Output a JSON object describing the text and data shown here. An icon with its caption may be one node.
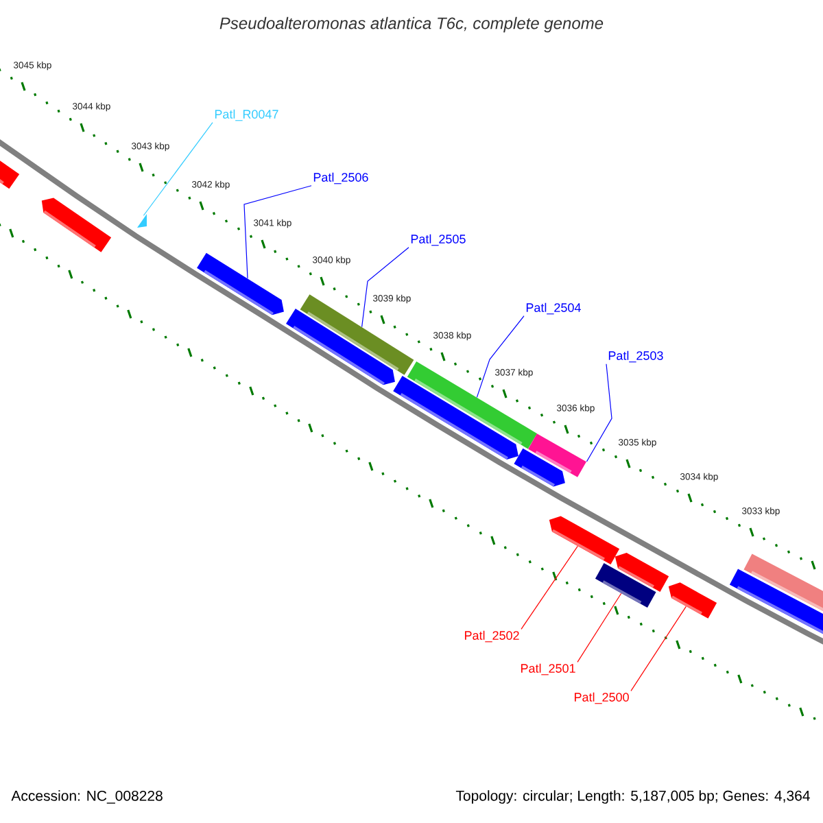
{
  "diagram": {
    "title": "Pseudoalteromonas atlantica T6c, complete genome",
    "nodes": [
      {
        "text": [
          "Patl_R0047"
        ]
      },
      {
        "text": [
          "Patl_2506"
        ]
      },
      {
        "text": [
          "Patl_2505"
        ]
      },
      {
        "text": [
          "Patl_2504"
        ]
      },
      {
        "text": [
          "Patl_2503"
        ]
      },
      {
        "text": [
          "Patl_2502"
        ]
      },
      {
        "text": [
          "Patl_2501"
        ]
      },
      {
        "text": [
          "Patl_2500"
        ]
      },
      {
        "text": [],
        "shape": "arrow"
      },
      {
        "text": [],
        "shape": "arrow"
      },
      {
        "text": [],
        "shape": "triangle"
      },
      {
        "text": [],
        "shape": "arrow"
      },
      {
        "text": [],
        "shape": "arrow"
      },
      {
        "text": [],
        "shape": "bar"
      },
      {
        "text": [],
        "shape": "arrow"
      },
      {
        "text": [],
        "shape": "bar"
      },
      {
        "text": [],
        "shape": "arrow"
      },
      {
        "text": [],
        "shape": "bar"
      },
      {
        "text": [],
        "shape": "arrow"
      },
      {
        "text": [],
        "shape": "bar"
      },
      {
        "text": [],
        "shape": "arrow"
      },
      {
        "text": [],
        "shape": "arrow"
      },
      {
        "text": [],
        "shape": "arrow"
      },
      {
        "text": [],
        "shape": "bar"
      }
    ],
    "edges": [
      {
        "from": 0,
        "to": 10,
        "arrow": "none",
        "color": "#33ccff"
      },
      {
        "from": 1,
        "to": 11,
        "arrow": "none"
      },
      {
        "from": 2,
        "to": 13,
        "arrow": "none"
      },
      {
        "from": 3,
        "to": 15,
        "arrow": "none"
      },
      {
        "from": 4,
        "to": 17,
        "arrow": "none"
      },
      {
        "from": 5,
        "to": 18,
        "arrow": "none",
        "color": "#ff0000"
      },
      {
        "from": 6,
        "to": 19,
        "arrow": "none",
        "color": "#ff0000"
      },
      {
        "from": 7,
        "to": 21,
        "arrow": "none",
        "color": "#ff0000"
      }
    ],
    "labels": [
      "3045 kbp",
      "3044 kbp",
      "3043 kbp",
      "3042 kbp",
      "3041 kbp",
      "3040 kbp",
      "3039 kbp",
      "3038 kbp",
      "3037 kbp",
      "3036 kbp",
      "3035 kbp",
      "3034 kbp",
      "3033 kbp",
      "Accession: NC_008228",
      "Topology: circular; Length: 5,187,005 bp; Genes: 4,364"
    ]
  }
}
